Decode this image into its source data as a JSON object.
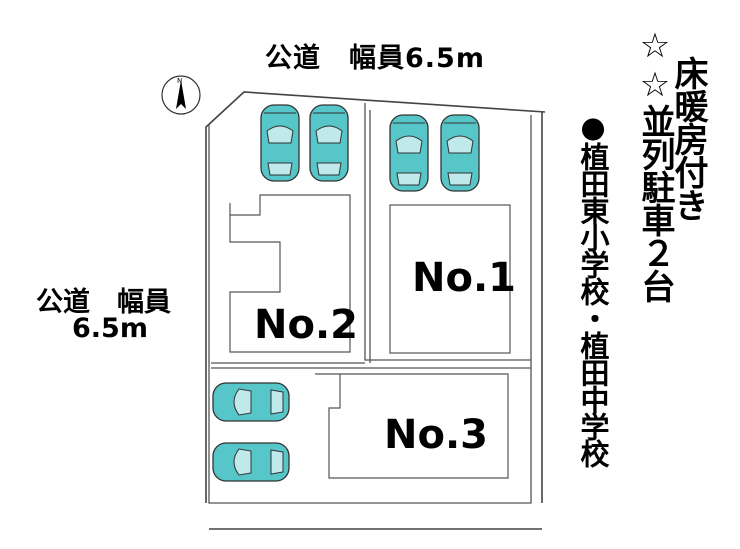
{
  "roads": {
    "top": "公道　幅員6.5m",
    "left_line1": "公道　幅員",
    "left_line2": "6.5m"
  },
  "features": {
    "stars": "☆☆",
    "parking": "並列駐車２台",
    "heating": "床暖房付き"
  },
  "schools": "●植田東小学校・植田中学校",
  "lots": [
    "No.1",
    "No.2",
    "No.3"
  ],
  "compass": {
    "north": "N"
  },
  "colors": {
    "car": "#56c6c9",
    "line": "#444444"
  }
}
